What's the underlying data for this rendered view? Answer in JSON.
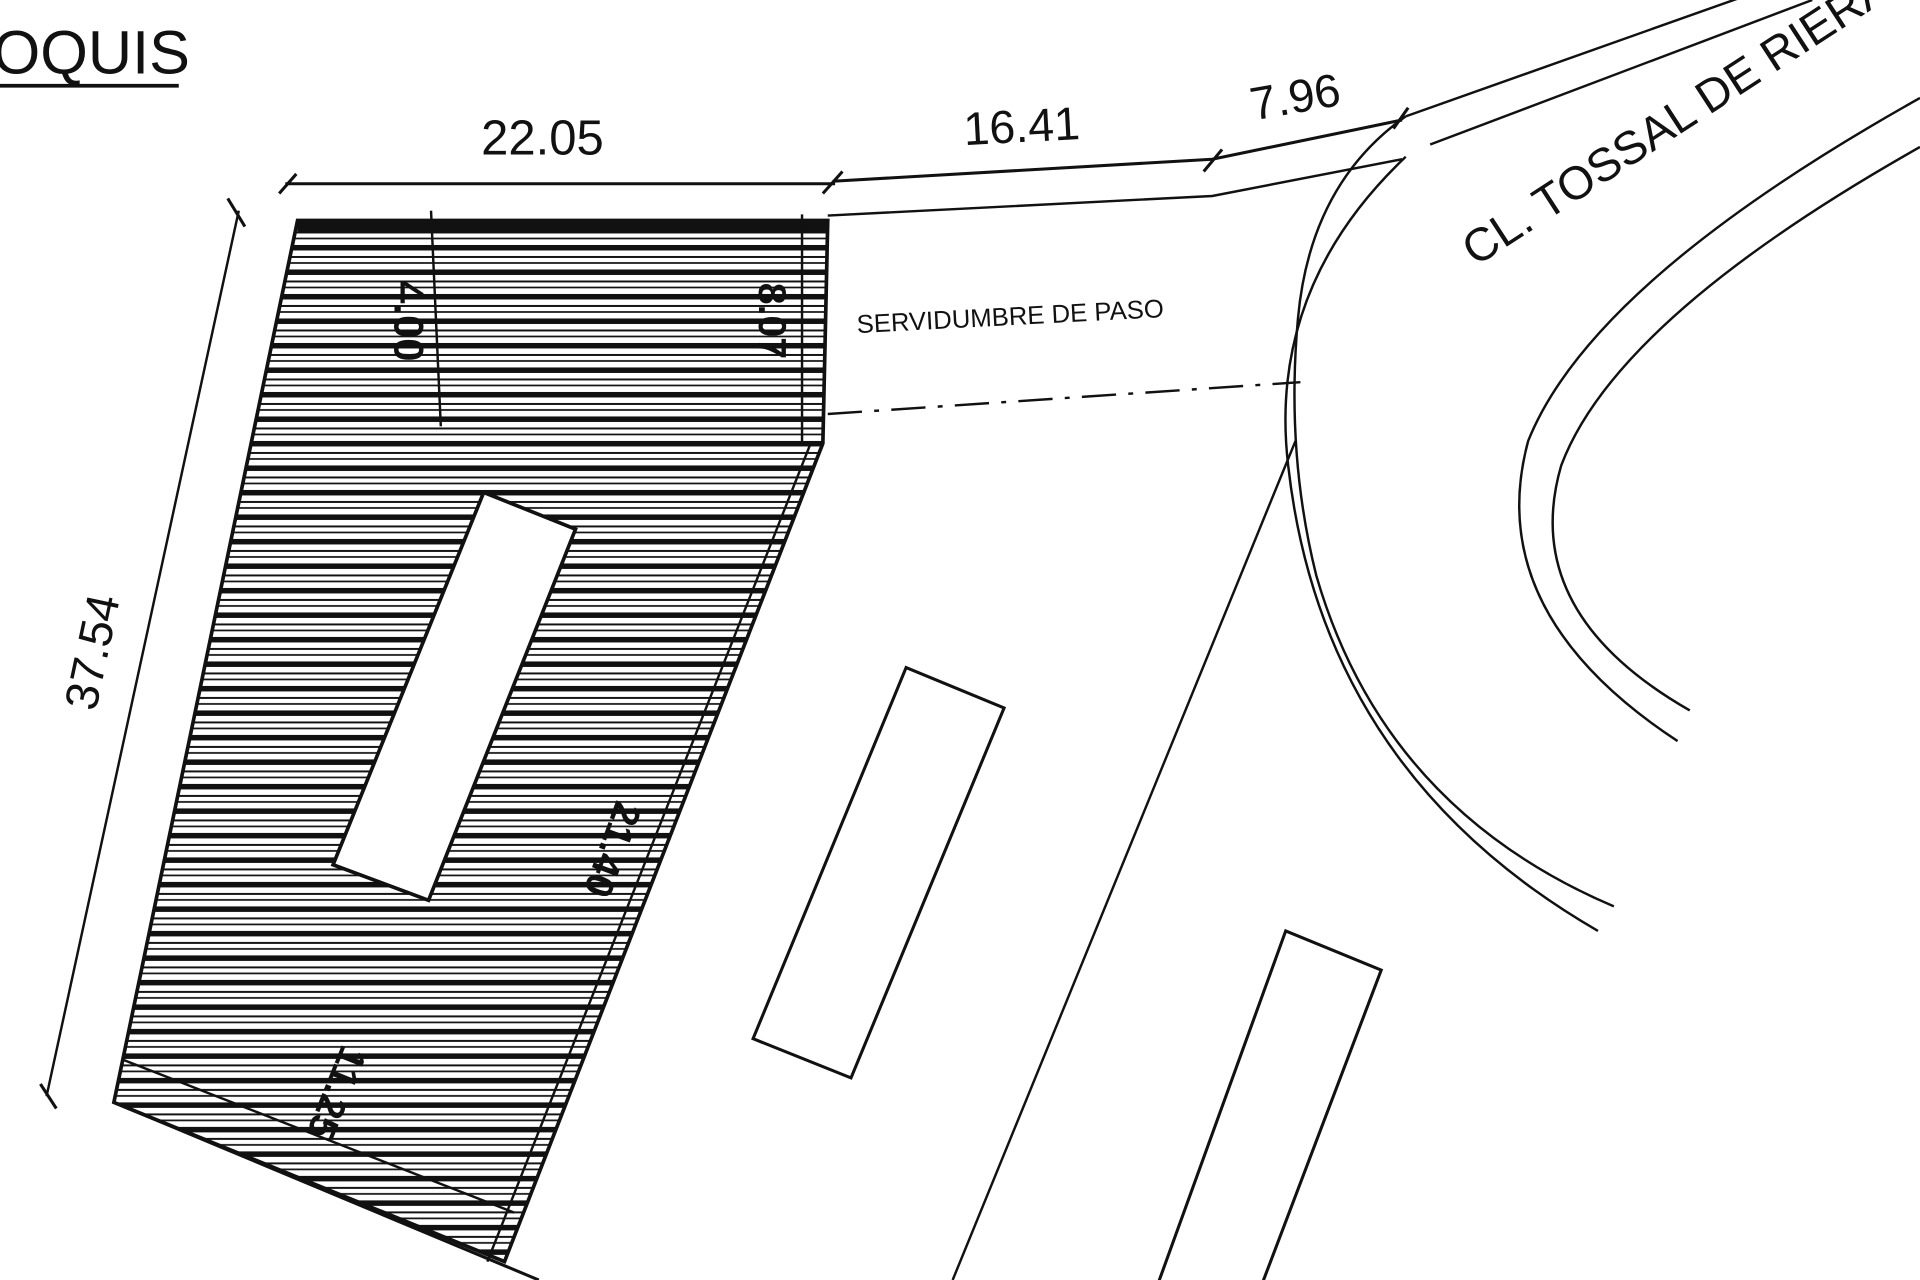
{
  "title": "OQUIS",
  "dimensions": {
    "top_width": "22.05",
    "access_1": "16.41",
    "access_2": "7.96",
    "left_side": "37.54",
    "inner_depth": "4.00",
    "right_depth": "8.07",
    "diagonal_side": "21.40",
    "bottom_side": "11.25"
  },
  "labels": {
    "easement": "SERVIDUMBRE DE PASO",
    "street": "CL. TOSSAL DE RIERA"
  },
  "colors": {
    "ink": "#111111",
    "paper": "#ffffff"
  }
}
